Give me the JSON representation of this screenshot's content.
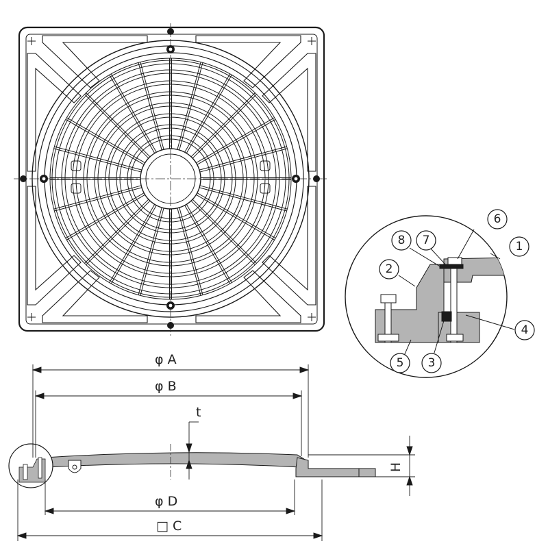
{
  "dimensions": {
    "outer_diameter": "φ A",
    "inner_diameter": "φ B",
    "thickness": "t",
    "bottom_diameter": "φ D",
    "frame_square": "□ C",
    "height": "H"
  },
  "callouts": [
    "1",
    "2",
    "3",
    "4",
    "5",
    "6",
    "7",
    "8"
  ],
  "colors": {
    "line": "#1a1a1a",
    "fill_gray": "#b4b4b4",
    "plate_bg": "#ffffff"
  }
}
